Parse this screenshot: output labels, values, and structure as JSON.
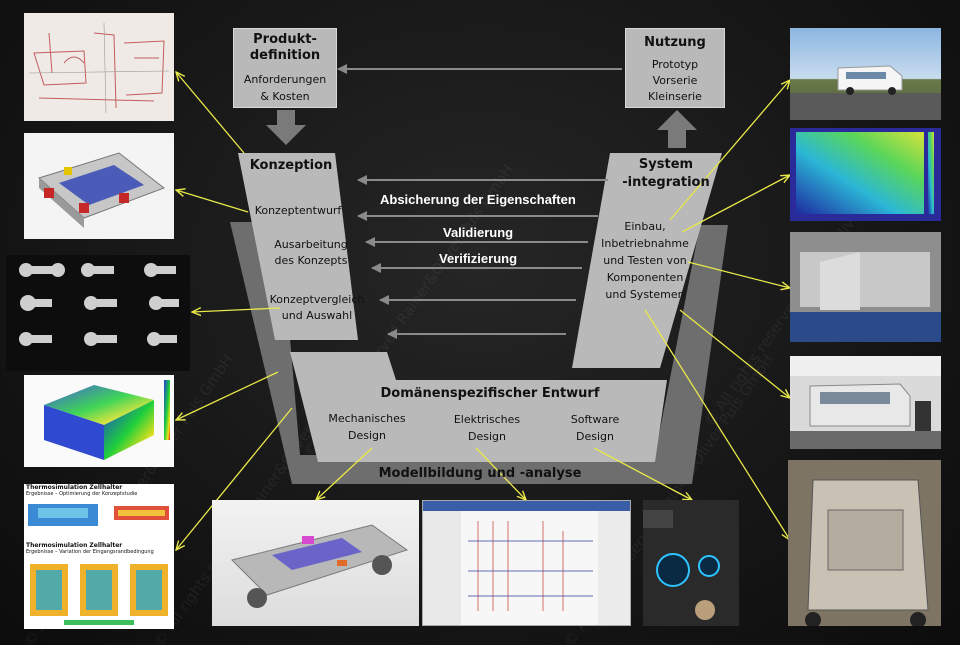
{
  "watermark": "© All rights reserved Rainer&Oliver Puls GmbH",
  "colors": {
    "box": "#b9b9b9",
    "v_dark": "#6e6e6e",
    "arrow": "#e8e84a",
    "flow_arrow": "#8a8a8a"
  },
  "top_left_box": {
    "title": "Produkt-definition",
    "title_l1": "Produkt-",
    "title_l2": "definition",
    "sub_l1": "Anforderungen",
    "sub_l2": "& Kosten"
  },
  "top_right_box": {
    "title": "Nutzung",
    "sub_l1": "Prototyp",
    "sub_l2": "Vorserie",
    "sub_l3": "Kleinserie"
  },
  "left_arm": {
    "title": "Konzeption",
    "items": [
      {
        "l1": "Konzeptentwurf",
        "l2": ""
      },
      {
        "l1": "Ausarbeitung",
        "l2": "des Konzepts"
      },
      {
        "l1": "Konzeptvergleich",
        "l2": "und Auswahl"
      }
    ]
  },
  "right_arm": {
    "title_l1": "System",
    "title_l2": "-integration",
    "text_lines": [
      "Einbau,",
      "Inbetriebnahme",
      "und Testen von",
      "Komponenten",
      "und Systemen"
    ]
  },
  "middle_arrows": [
    "Absicherung der Eigenschaften",
    "Validierung",
    "Verifizierung"
  ],
  "bottom": {
    "title": "Domänenspezifischer Entwurf",
    "items": [
      {
        "l1": "Mechanisches",
        "l2": "Design"
      },
      {
        "l1": "Elektrisches",
        "l2": "Design"
      },
      {
        "l1": "Software",
        "l2": "Design"
      }
    ],
    "model_label": "Modellbildung und -analyse"
  },
  "photos": {
    "sketch": "sketch-photo",
    "thermo": {
      "title1": "Thermosimulation Zellhalter",
      "sub1": "Ergebnisse – Optimierung der Konzeptstudie",
      "title2": "Thermosimulation Zellhalter",
      "sub2": "Ergebnisse – Variation der Eingangsrandbedingung"
    }
  }
}
